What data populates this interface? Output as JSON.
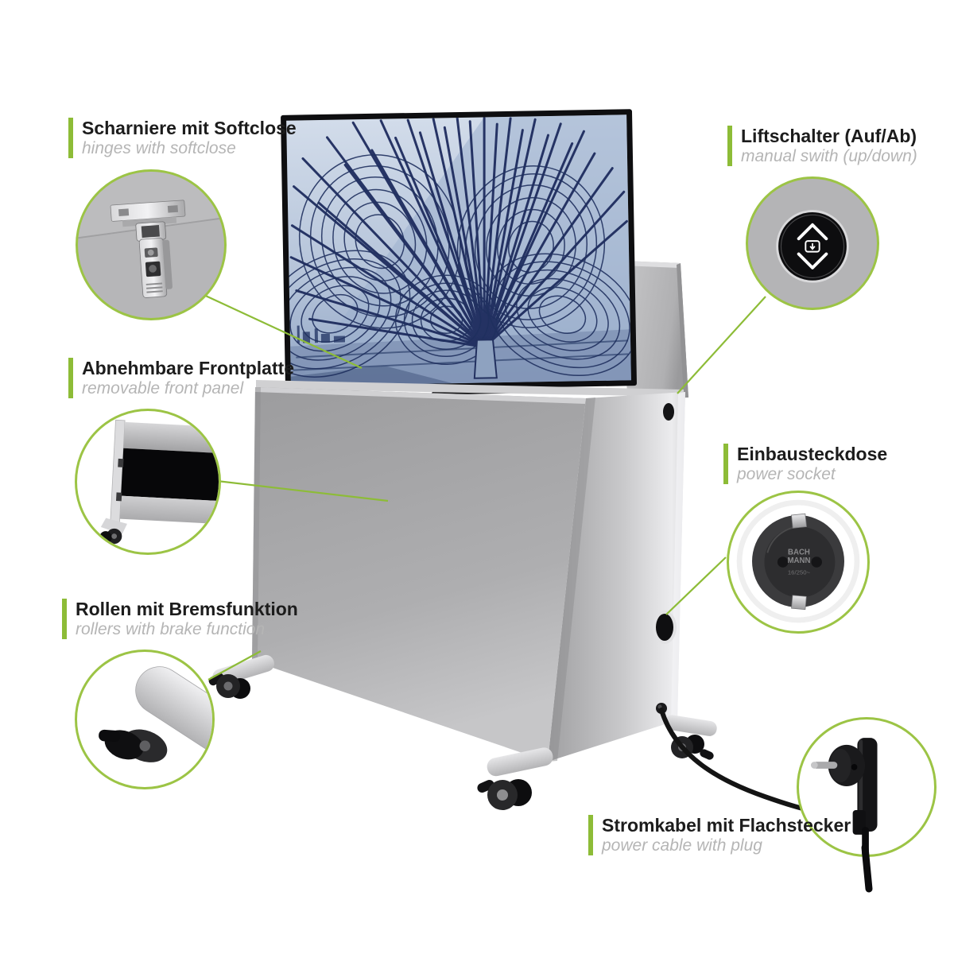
{
  "diagram_title": "TV lift cabinet feature diagram",
  "callouts": [
    {
      "id": "hinges",
      "title": "Scharniere mit Softclose",
      "subtitle": "hinges with softclose"
    },
    {
      "id": "lift-switch",
      "title": "Liftschalter (Auf/Ab)",
      "subtitle": "manual swith (up/down)"
    },
    {
      "id": "front-panel",
      "title": "Abnehmbare Frontplatte",
      "subtitle": "removable front panel"
    },
    {
      "id": "power-socket",
      "title": "Einbausteckdose",
      "subtitle": "power socket"
    },
    {
      "id": "rollers",
      "title": "Rollen mit Bremsfunktion",
      "subtitle": "rollers with brake function"
    },
    {
      "id": "power-cable",
      "title": "Stromkabel mit Flachstecker",
      "subtitle": "power cable with plug"
    }
  ],
  "socket_detail": {
    "brand_line1": "BACH",
    "brand_line2": "MANN",
    "rating": "16/250~"
  },
  "icons": [
    "hinge-photo",
    "lift-switch-icon",
    "open-front-panel-photo",
    "power-socket-photo",
    "caster-roller-photo",
    "flat-plug-photo"
  ],
  "colors": {
    "accent_green": "#8dbc37",
    "circle_border_green": "#9cc445",
    "title_text": "#1c1c1c",
    "subtitle_text": "#b5b5b5",
    "cabinet_gray": "#a8a8aa",
    "tv_image_navy": "#1e2c5e",
    "tv_sky_blue": "#c7d2e2"
  }
}
